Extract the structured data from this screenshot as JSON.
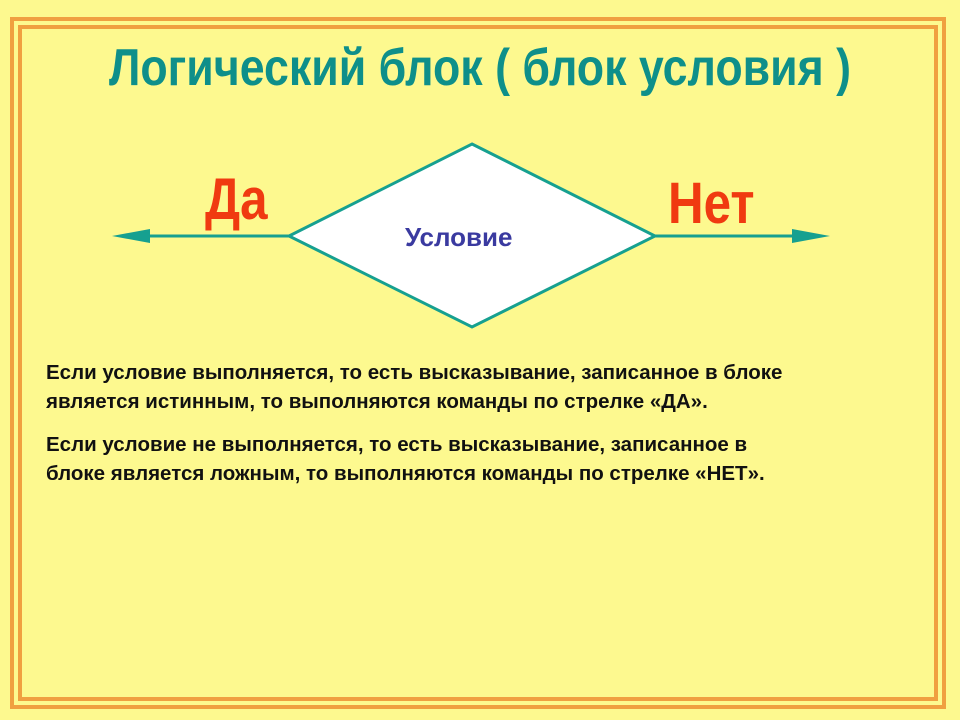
{
  "title": "Логический блок ( блок условия )",
  "diagram": {
    "yes_label": "Да",
    "no_label": "Нет",
    "condition_label": "Условие"
  },
  "paragraphs": [
    {
      "line1": "Если условие выполняется, то есть высказывание, записанное в блоке",
      "line2": "является истинным, то выполняются команды по стрелке «ДА»."
    },
    {
      "line1": "Если условие не выполняется, то есть высказывание, записанное в",
      "line2": "блоке является ложным, то выполняются команды по стрелке «НЕТ»."
    }
  ],
  "colors": {
    "background": "#fdf98f",
    "frame": "#f0a040",
    "title": "#0e8f8a",
    "labels": "#f03a10",
    "shape": "#16a090"
  }
}
